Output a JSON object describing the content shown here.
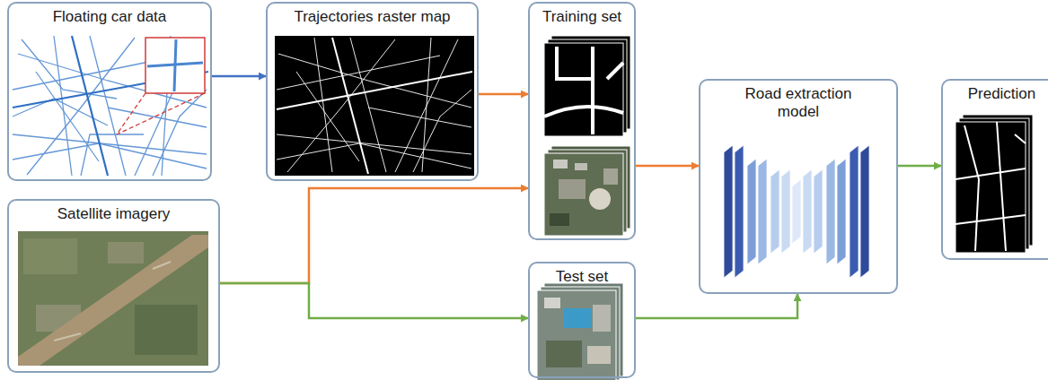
{
  "diagram": {
    "nodes": [
      {
        "text": [
          "Floating car data"
        ]
      },
      {
        "text": [
          "Trajectories raster map"
        ]
      },
      {
        "text": [
          "Training set"
        ]
      },
      {
        "text": [
          "Satellite imagery"
        ]
      },
      {
        "text": [
          "Test set"
        ]
      },
      {
        "text": [
          "Road extraction model"
        ]
      },
      {
        "text": [
          "Prediction"
        ]
      }
    ],
    "edges": [
      {
        "from": 0,
        "to": 1,
        "arrow": "to"
      },
      {
        "from": 1,
        "to": 2,
        "arrow": "to"
      },
      {
        "from": 3,
        "to": 2,
        "arrow": "to"
      },
      {
        "from": 3,
        "to": 4,
        "arrow": "to"
      },
      {
        "from": 2,
        "to": 5,
        "arrow": "to"
      },
      {
        "from": 4,
        "to": 5,
        "arrow": "to"
      },
      {
        "from": 5,
        "to": 6,
        "arrow": "to"
      }
    ]
  }
}
